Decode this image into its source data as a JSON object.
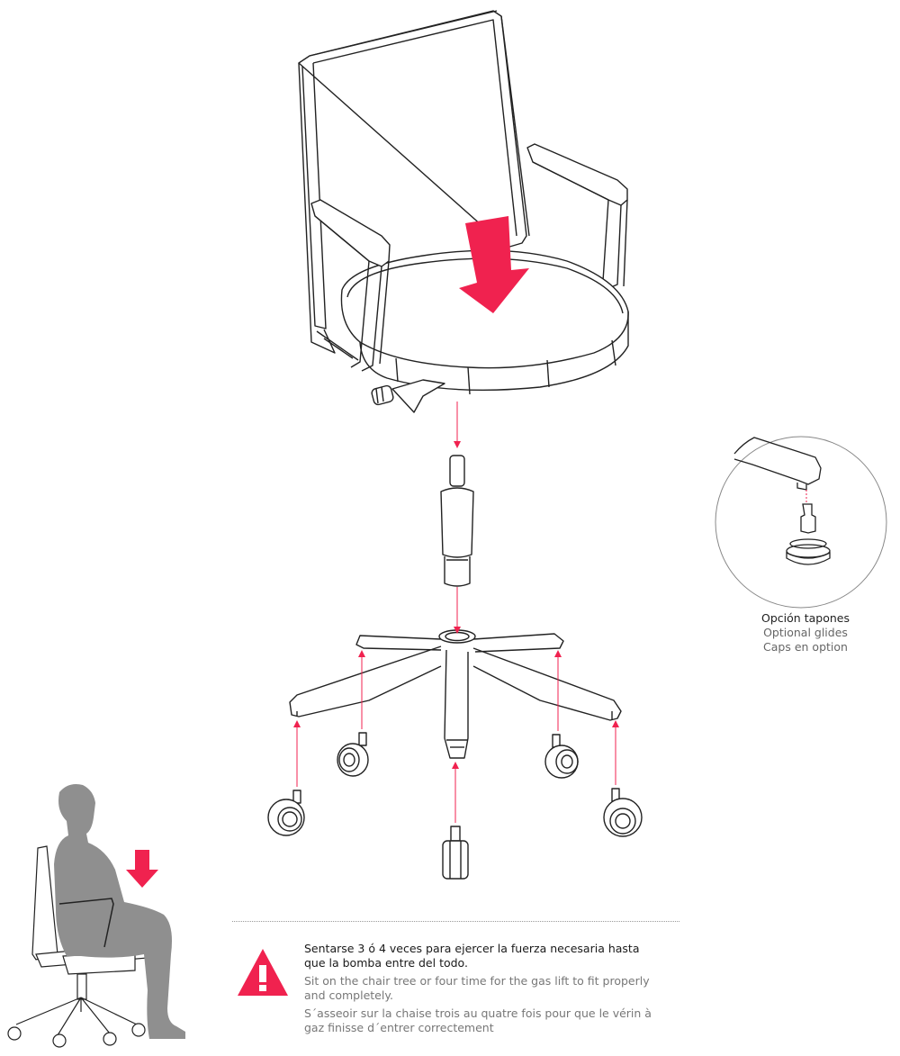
{
  "glides": {
    "es": "Opción tapones",
    "en": "Optional glides",
    "fr": "Caps en option"
  },
  "instructions": {
    "es": "Sentarse 3 ó 4 veces para ejercer la fuerza necesaria hasta que la bomba entre del todo.",
    "en": "Sit on the chair tree or four time for the gas lift to fit properly and completely.",
    "fr": "S´asseoir sur la chaise trois au quatre fois pour que le vérin à gaz finisse d´entrer correctement"
  },
  "warning_icon": {
    "symbol": "!",
    "color": "#f0224f"
  },
  "colors": {
    "accent": "#f0224f",
    "line": "#222222",
    "silhouette": "#8f8f8f"
  }
}
